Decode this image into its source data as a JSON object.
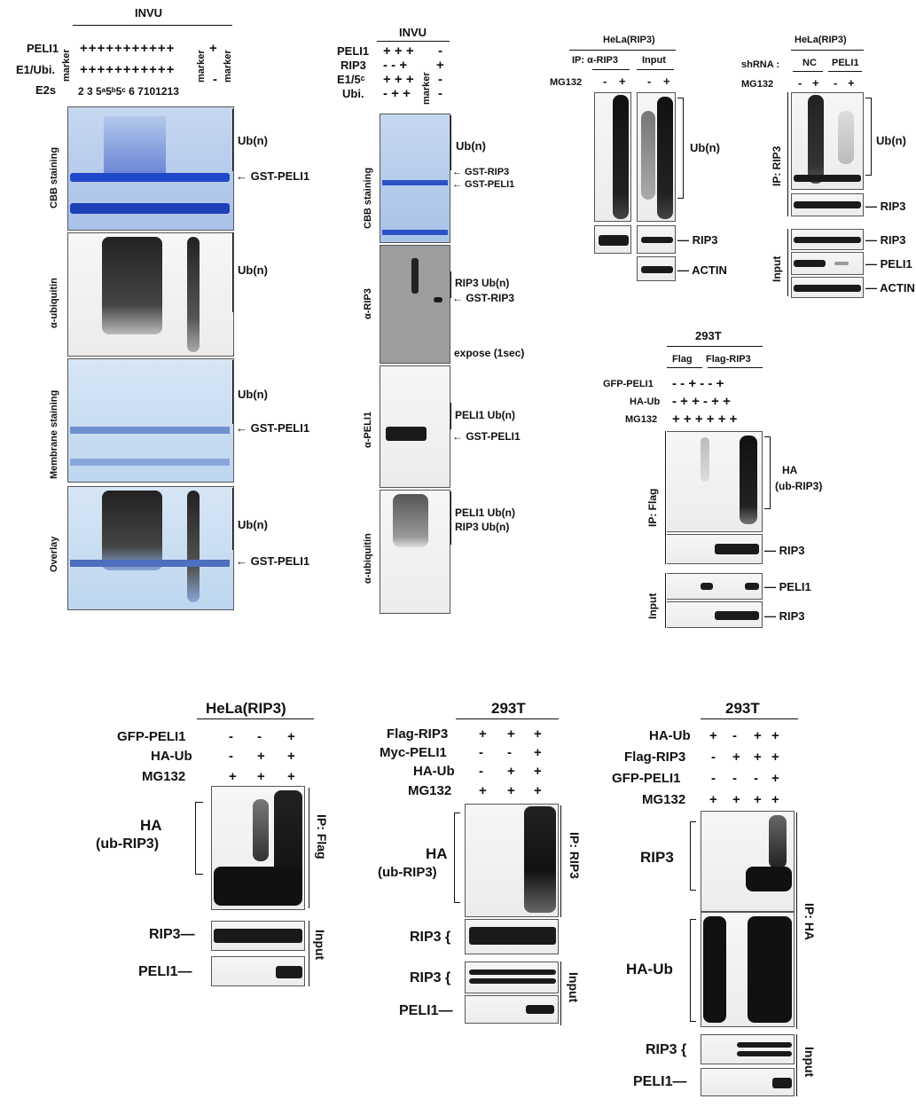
{
  "panel_a": {
    "title": "INVU",
    "row_labels": [
      "PELI1",
      "E1/Ubi.",
      "E2s"
    ],
    "marker_label": "marker",
    "pelis_signs": "+++++++++++",
    "e1_signs": "+++++++++++",
    "e2_lanes": "2 3 5ᵃ5ᵇ5ᶜ 6 7101213",
    "tail_plus": "+",
    "tail_minus": "-",
    "side_labels": [
      "CBB staining",
      "α-ubiquitin",
      "Membrane staining",
      "Overlay"
    ],
    "ub_label": "Ub(n)",
    "gst_label": "← GST-PELI1"
  },
  "panel_b": {
    "title": "INVU",
    "row_labels": [
      "PELI1",
      "RIP3",
      "E1/5ᶜ",
      "Ubi."
    ],
    "rows": [
      "+ + +",
      "- - +",
      "+ + +",
      "- + +"
    ],
    "marker_label": "marker",
    "extra_col": [
      "-",
      "+",
      "-",
      "-"
    ],
    "side_labels": [
      "CBB staining",
      "α-RIP3",
      "α-PELI1",
      "α-ubiquitin"
    ],
    "ub_label": "Ub(n)",
    "gst_rip3": "← GST-RIP3",
    "gst_peli1": "← GST-PELI1",
    "rip3_ub": "RIP3 Ub(n)",
    "expose": "expose (1sec)",
    "peli1_ub": "PELI1 Ub(n)",
    "peli_rip_ub_1": "PELI1 Ub(n)",
    "peli_rip_ub_2": "RIP3 Ub(n)"
  },
  "panel_c": {
    "title": "HeLa(RIP3)",
    "ip_label": "IP: α-RIP3",
    "input_label": "Input",
    "mg132": "MG132",
    "signs": [
      "-",
      "+",
      "-",
      "+"
    ],
    "ub_label": "Ub(n)",
    "rip3": "— RIP3",
    "actin": "— ACTIN"
  },
  "panel_d": {
    "title": "HeLa(RIP3)",
    "shrna": "shRNA :",
    "nc": "NC",
    "peli1": "PELI1",
    "mg132": "MG132",
    "signs": [
      "-",
      "+",
      "-",
      "+"
    ],
    "ip_label": "IP: RIP3",
    "input_label": "Input",
    "ub_label": "Ub(n)",
    "rip3": "— RIP3",
    "rip3_2": "— RIP3",
    "peli1_row": "— PELI1",
    "actin": "— ACTIN"
  },
  "panel_e": {
    "title": "293T",
    "flag": "Flag",
    "flag_rip3": "Flag-RIP3",
    "rows": [
      {
        "label": "GFP-PELI1",
        "signs": "- - +  - - +"
      },
      {
        "label": "HA-Ub",
        "signs": "- + +  - + +"
      },
      {
        "label": "MG132",
        "signs": "+ + +  + + +"
      }
    ],
    "ip_label": "IP: Flag",
    "input_label": "Input",
    "ha_label": "HA",
    "ha_sub": "(ub-RIP3)",
    "rip3": "— RIP3",
    "peli1": "— PELI1",
    "rip3_2": "— RIP3"
  },
  "panel_f": {
    "title": "HeLa(RIP3)",
    "rows": [
      {
        "label": "GFP-PELI1",
        "signs": [
          "-",
          "-",
          "+"
        ]
      },
      {
        "label": "HA-Ub",
        "signs": [
          "-",
          "+",
          "+"
        ]
      },
      {
        "label": "MG132",
        "signs": [
          "+",
          "+",
          "+"
        ]
      }
    ],
    "ha_label": "HA",
    "ha_sub": "(ub-RIP3)",
    "ip_label": "IP: Flag",
    "input_label": "Input",
    "rip3": "RIP3—",
    "peli1": "PELI1—"
  },
  "panel_g": {
    "title": "293T",
    "rows": [
      {
        "label": "Flag-RIP3",
        "signs": [
          "+",
          "+",
          "+"
        ]
      },
      {
        "label": "Myc-PELI1",
        "signs": [
          "-",
          "-",
          "+"
        ]
      },
      {
        "label": "HA-Ub",
        "signs": [
          "-",
          "+",
          "+"
        ]
      },
      {
        "label": "MG132",
        "signs": [
          "+",
          "+",
          "+"
        ]
      }
    ],
    "ha_label": "HA",
    "ha_sub": "(ub-RIP3)",
    "ip_label": "IP: RIP3",
    "input_label": "Input",
    "rip3": "RIP3 {",
    "rip3_2": "RIP3 {",
    "peli1": "PELI1—"
  },
  "panel_h": {
    "title": "293T",
    "rows": [
      {
        "label": "HA-Ub",
        "signs": [
          "+",
          "-",
          "+",
          "+"
        ]
      },
      {
        "label": "Flag-RIP3",
        "signs": [
          "-",
          "+",
          "+",
          "+"
        ]
      },
      {
        "label": "GFP-PELI1",
        "signs": [
          "-",
          "-",
          "-",
          "+"
        ]
      },
      {
        "label": "MG132",
        "signs": [
          "+",
          "+",
          "+",
          "+"
        ]
      }
    ],
    "rip3_label": "RIP3",
    "haub_label": "HA-Ub",
    "ip_label": "IP: HA",
    "input_label": "Input",
    "rip3": "RIP3 {",
    "peli1": "PELI1—"
  }
}
